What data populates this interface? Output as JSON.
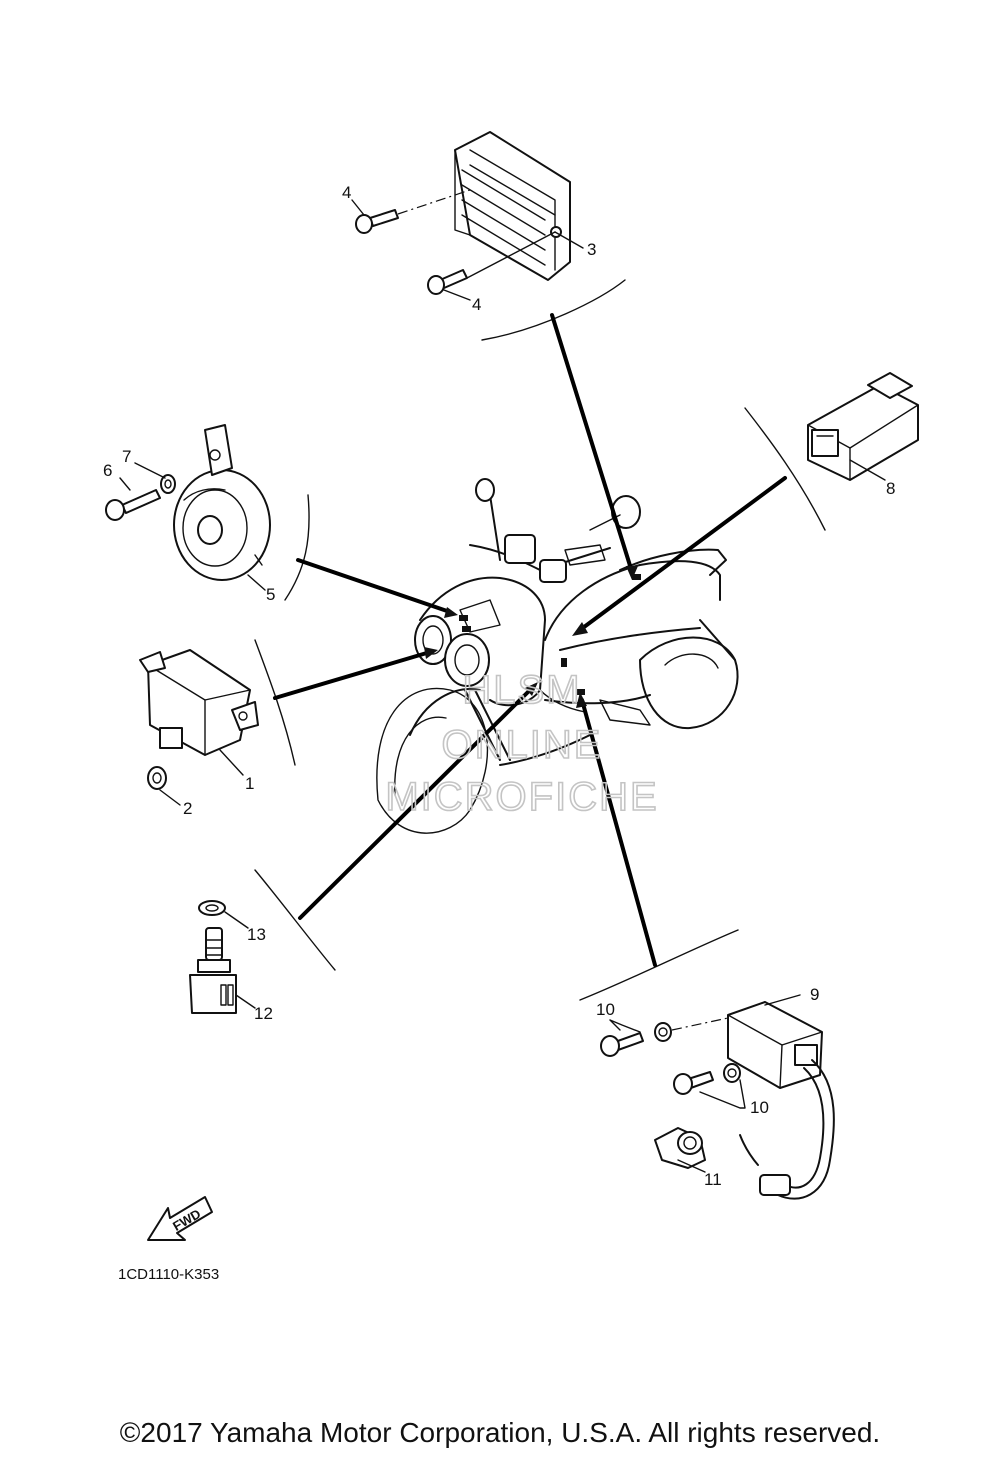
{
  "callouts": {
    "c1": "1",
    "c2": "2",
    "c3": "3",
    "c4a": "4",
    "c4b": "4",
    "c5": "5",
    "c6": "6",
    "c7": "7",
    "c8": "8",
    "c9": "9",
    "c10a": "10",
    "c10b": "10",
    "c11": "11",
    "c12": "12",
    "c13": "13"
  },
  "watermark": {
    "line1": "HLSM",
    "line2": "ONLINE",
    "line3": "MICROFICHE"
  },
  "fwd_label": "FWD",
  "diagram_code": "1CD1110-K353",
  "copyright": "©2017 Yamaha Motor Corporation, U.S.A. All rights reserved.",
  "icons": {
    "regulator": "rectifier-regulator-icon",
    "horn": "horn-icon",
    "cdi": "cdi-unit-icon",
    "relay": "relay-icon",
    "ignition_coil": "ignition-coil-icon",
    "switch": "brake-switch-icon",
    "motorcycle": "scooter-outline-icon",
    "fwd_arrow": "forward-arrow-icon"
  }
}
